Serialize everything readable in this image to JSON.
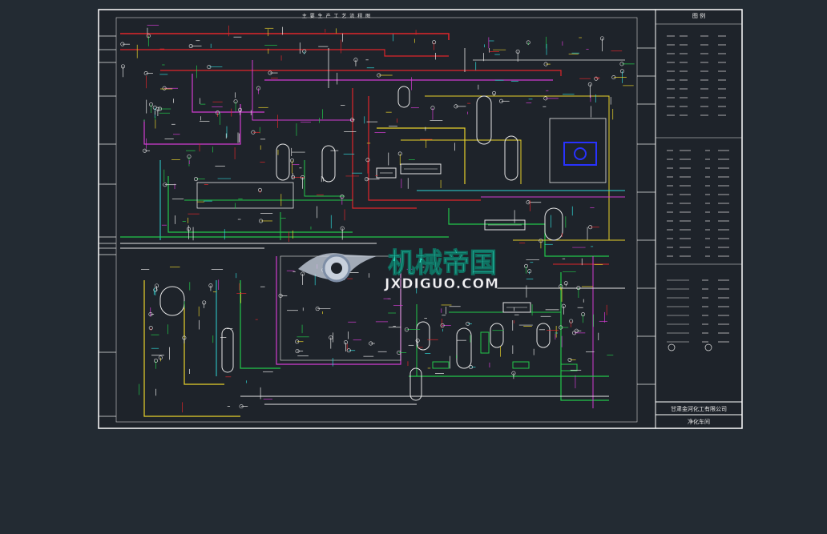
{
  "drawing": {
    "header_title": "主 要 生 产 工 艺 流 程 图",
    "legend_title": "图 例",
    "company_name": "甘肃金河化工有限公司",
    "workshop_name": "净化车间"
  },
  "watermark": {
    "brand_cn": "机械帝国",
    "brand_url": "JXDIGUO.COM"
  },
  "colors": {
    "background": "#232b33",
    "sheet": "#1e232a",
    "border": "#ffffff",
    "red": "#e0262a",
    "magenta": "#d23cd2",
    "green": "#22c84a",
    "yellow": "#e8d22a",
    "cyan": "#2fd6d6",
    "white": "#e6e6e6",
    "blue": "#2832ff",
    "watermark_teal": "#2fe6c8"
  }
}
